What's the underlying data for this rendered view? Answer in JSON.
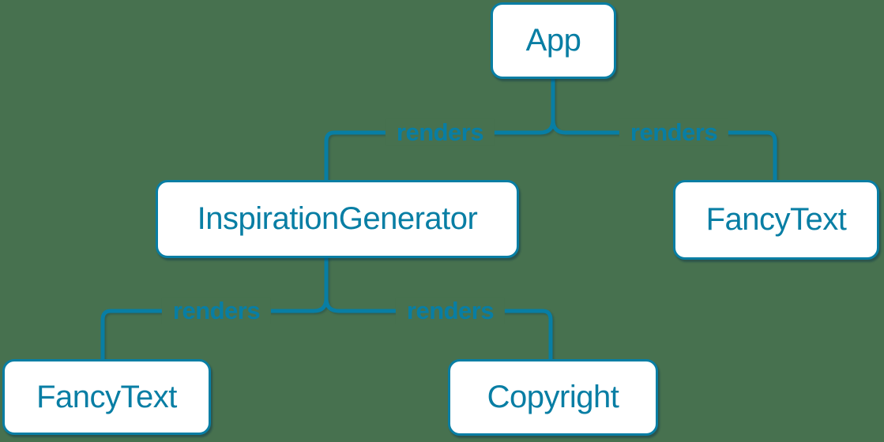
{
  "diagram": {
    "kind": "component-render-tree",
    "nodes": [
      {
        "id": "app",
        "label": "App"
      },
      {
        "id": "inspiration-generator",
        "label": "InspirationGenerator"
      },
      {
        "id": "fancy-text-top",
        "label": "FancyText"
      },
      {
        "id": "fancy-text-bottom",
        "label": "FancyText"
      },
      {
        "id": "copyright",
        "label": "Copyright"
      }
    ],
    "edges": [
      {
        "from": "App",
        "to": "InspirationGenerator",
        "label": "renders"
      },
      {
        "from": "App",
        "to": "FancyText",
        "label": "renders"
      },
      {
        "from": "InspirationGenerator",
        "to": "FancyText",
        "label": "renders"
      },
      {
        "from": "InspirationGenerator",
        "to": "Copyright",
        "label": "renders"
      }
    ],
    "colors": {
      "background": "#47714F",
      "line": "#087EA4",
      "node_fill": "#FFFFFF",
      "node_border": "#087EA4",
      "node_text": "#087EA4",
      "edge_label_text": "#087EA4"
    }
  }
}
